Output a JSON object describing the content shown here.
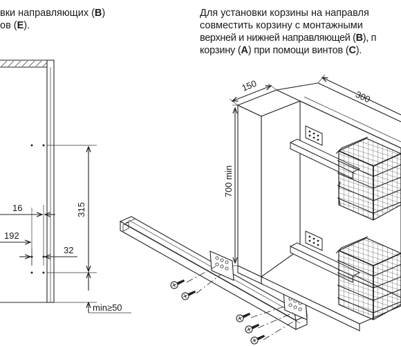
{
  "left_text": {
    "line1": {
      "pre": "вки направляющих (",
      "letter": "B",
      "post": ")"
    },
    "line2": {
      "pre": "ов (",
      "letter": "E",
      "post": ")."
    }
  },
  "right_text": {
    "line1": "Для установки корзины на направля",
    "line2": "совместить корзину с монтажными",
    "line3": {
      "pre": "верхней и нижней направляющей (",
      "letter": "B",
      "post": "), п"
    },
    "line4": {
      "pre": "корзину (",
      "letter1": "A",
      "mid": ") при помощи винтов (",
      "letter2": "C",
      "post": ")."
    }
  },
  "left_dimensions": {
    "d16": "16",
    "d192": "192",
    "d32": "32",
    "d315": "315",
    "dmin50": "min≥50"
  },
  "right_dimensions": {
    "d150": "150",
    "d300": "300",
    "d700": "700 min"
  },
  "colors": {
    "line": "#222222",
    "background": "#ffffff"
  }
}
